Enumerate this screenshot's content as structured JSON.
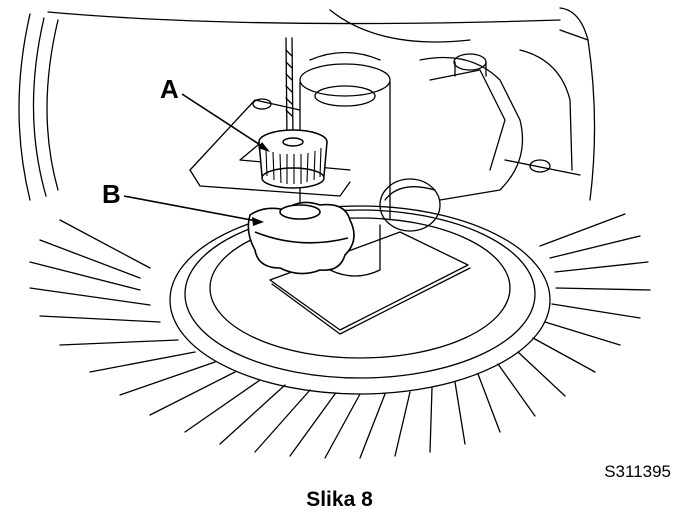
{
  "figure": {
    "callouts": {
      "a": "A",
      "b": "B"
    },
    "code": "S311395",
    "caption": "Slika 8"
  },
  "colors": {
    "line": "#000000",
    "background": "#ffffff"
  }
}
